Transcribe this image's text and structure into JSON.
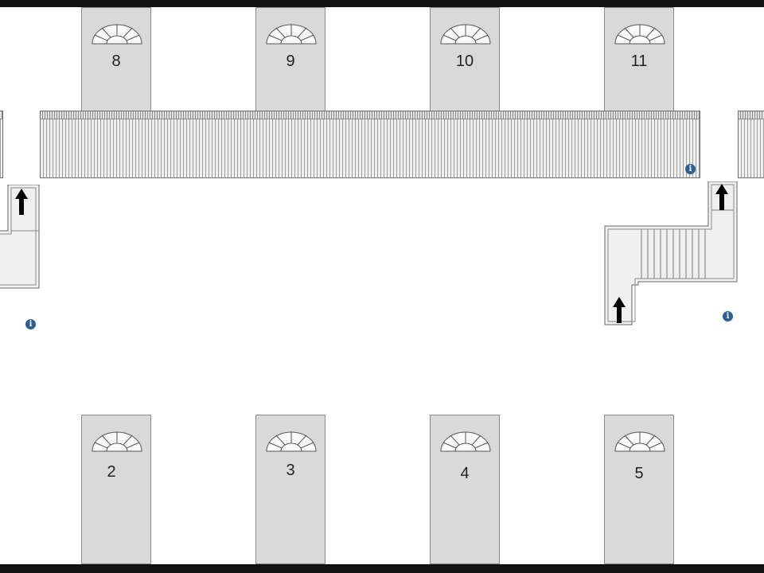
{
  "doors_top": [
    {
      "number": "8"
    },
    {
      "number": "9"
    },
    {
      "number": "10"
    },
    {
      "number": "11"
    }
  ],
  "doors_bottom": [
    {
      "number": "2"
    },
    {
      "number": "3"
    },
    {
      "number": "4"
    },
    {
      "number": "5"
    }
  ],
  "info_glyph": "i",
  "icons": {
    "info": "info-icon",
    "arrow": "up-arrow-icon",
    "fan": "fanlight-icon"
  },
  "colors": {
    "door_fill": "#d9d9d9",
    "info_badge": "#2d5f95",
    "wall": "#111111"
  }
}
